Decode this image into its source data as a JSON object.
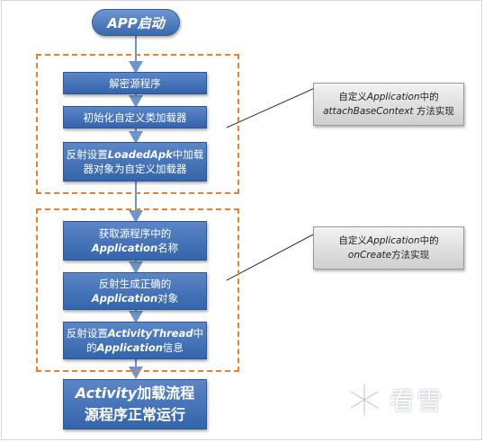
{
  "start": {
    "label": "APP启动"
  },
  "group1": {
    "steps": [
      {
        "lines": [
          {
            "pre": "解密源程序",
            "em": "",
            "post": ""
          }
        ]
      },
      {
        "lines": [
          {
            "pre": "初始化自定义类加载器",
            "em": "",
            "post": ""
          }
        ]
      },
      {
        "lines": [
          {
            "pre": "反射设置",
            "em": "LoadedApk",
            "post": "中加载"
          },
          {
            "pre": "器对象为自定义加载器",
            "em": "",
            "post": ""
          }
        ]
      }
    ],
    "note": [
      {
        "pre": "自定义",
        "em": "Application",
        "post": "中的"
      },
      {
        "pre": "",
        "em": "attachBaseContext",
        "post": " 方法实现"
      }
    ]
  },
  "group2": {
    "steps": [
      {
        "lines": [
          {
            "pre": "获取源程序中的",
            "em": "",
            "post": ""
          },
          {
            "pre": "",
            "em": "Application",
            "post": "名称"
          }
        ]
      },
      {
        "lines": [
          {
            "pre": "反射生成正确的",
            "em": "",
            "post": ""
          },
          {
            "pre": "",
            "em": "Application",
            "post": "对象"
          }
        ]
      },
      {
        "lines": [
          {
            "pre": "反射设置",
            "em": "ActivityThread",
            "post": "中"
          },
          {
            "pre": "的",
            "em": "Application",
            "post": "信息"
          }
        ]
      }
    ],
    "note": [
      {
        "pre": "自定义",
        "em": "Application",
        "post": "中的"
      },
      {
        "pre": "",
        "em": "onCreate",
        "post": "方法实现"
      }
    ]
  },
  "end": {
    "lines": [
      {
        "pre": "",
        "em": "Activity",
        "post": "加载流程"
      },
      {
        "pre": "源程序正常运行",
        "em": "",
        "post": ""
      }
    ]
  },
  "watermark": {
    "text": "看雪"
  },
  "colors": {
    "box": "#3f6fb5",
    "dash": "#ee7f2d",
    "note": "#dcdcdc"
  }
}
